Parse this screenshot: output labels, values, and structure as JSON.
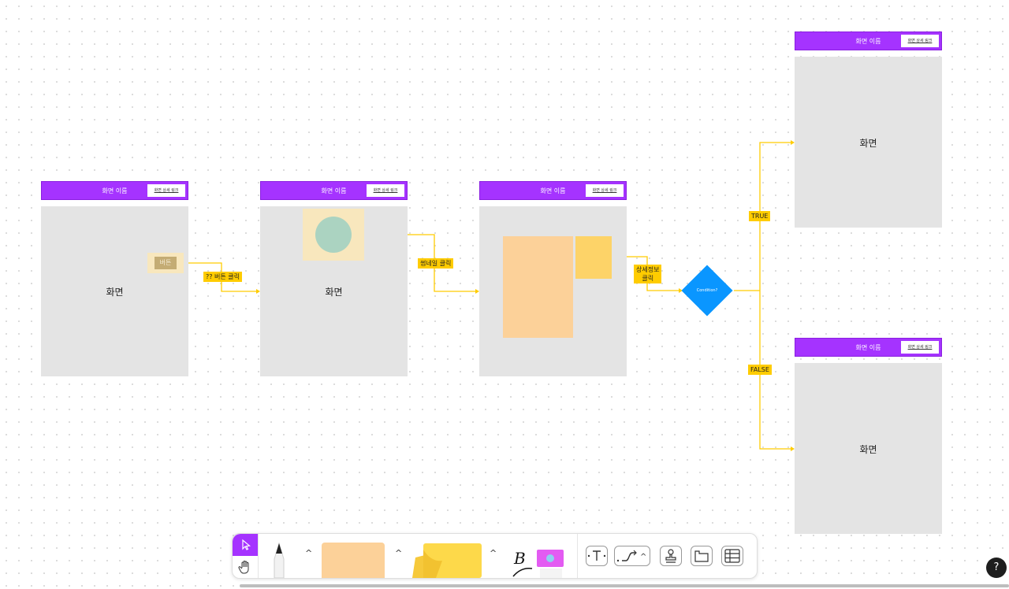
{
  "frames": [
    {
      "title": "화면 이름",
      "detail": "화면 상세 링크",
      "screen_label": "화면"
    },
    {
      "title": "화면 이름",
      "detail": "화면 상세 링크",
      "screen_label": "화면"
    },
    {
      "title": "화면 이름",
      "detail": "화면 상세 링크"
    },
    {
      "title": "화면 이름",
      "detail": "화면 상세 링크",
      "screen_label": "화면"
    },
    {
      "title": "화면 이름",
      "detail": "화면 상세 링크",
      "screen_label": "화면"
    }
  ],
  "button_label": "버튼",
  "connector_labels": {
    "button_click": "?? 버튼 클릭",
    "thumbnail_click": "썸네일 클릭",
    "detail_click_line1": "상세정보",
    "detail_click_line2": "클릭",
    "true": "TRUE",
    "false": "FALSE"
  },
  "decision": "Condition?",
  "help": "?",
  "colors": {
    "frame_header": "#a533ff",
    "screen_bg": "#e4e4e4",
    "connector": "#ffcc00",
    "decision": "#0a96ff"
  }
}
